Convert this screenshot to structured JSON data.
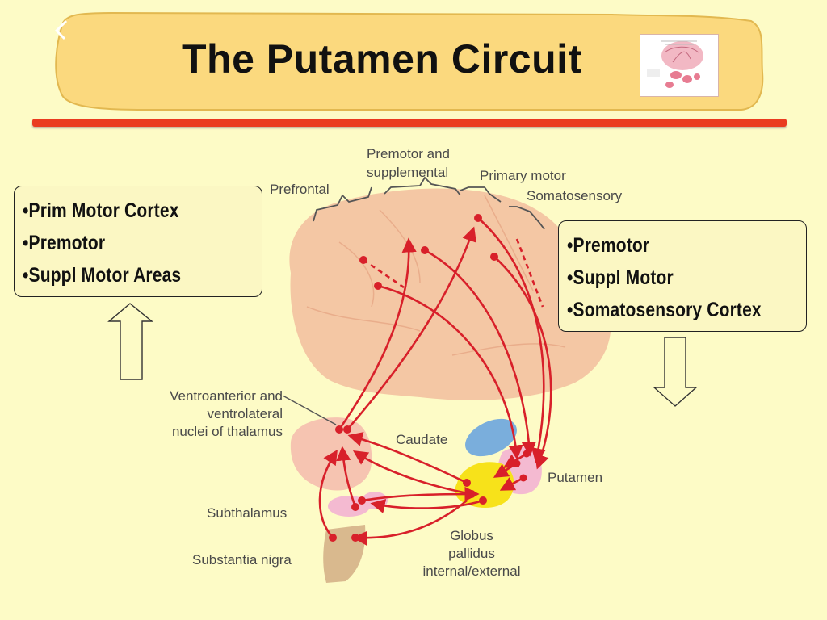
{
  "title": "The Putamen Circuit",
  "left_box": {
    "lines": [
      "•Prim Motor Cortex",
      "•Premotor",
      "•Suppl Motor Areas"
    ]
  },
  "right_box": {
    "lines": [
      "•Premotor",
      "•Suppl Motor",
      "•Somatosensory Cortex"
    ]
  },
  "diagram": {
    "cortex_labels": {
      "premotor_supplemental": [
        "Premotor and",
        "supplemental"
      ],
      "prefrontal": "Prefrontal",
      "primary_motor": "Primary motor",
      "somatosensory": "Somatosensory"
    },
    "structure_labels": {
      "thalamus": [
        "Ventroanterior and",
        "ventrolateral",
        "nuclei of thalamus"
      ],
      "caudate": "Caudate",
      "putamen": "Putamen",
      "subthalamus": "Subthalamus",
      "substantia_nigra": "Substantia nigra",
      "globus_pallidus": [
        "Globus",
        "pallidus",
        "internal/external"
      ]
    }
  },
  "colors": {
    "background": "#fdfbc6",
    "banner": "#fbd97e",
    "accent_rule": "#ea3b1f",
    "pathway_arrows": "#d8202a",
    "brain": "#f4c7a4",
    "caudate": "#7aaedc",
    "globus_pallidus": "#f7e21a",
    "putamen": "#f4bad1"
  }
}
